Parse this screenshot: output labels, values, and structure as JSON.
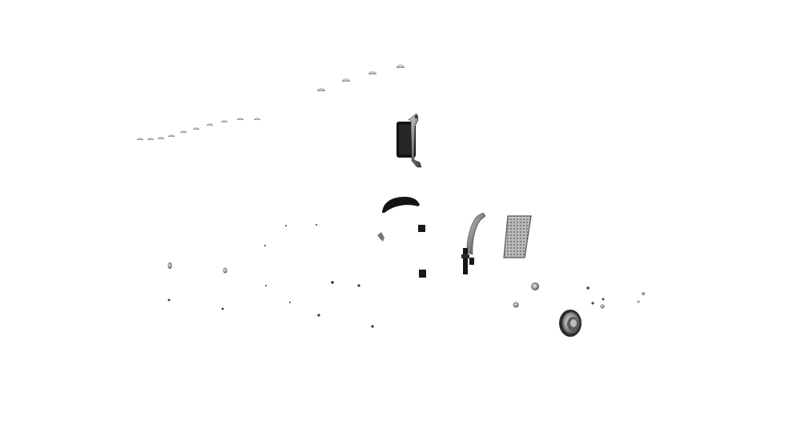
{
  "scene": {
    "background": "#ffffff",
    "colors": {
      "marker_light": "#a9a9a9",
      "marker_dark": "#7a7a7a",
      "black_part": "#141414",
      "chrome_dark": "#4a4a4a",
      "chrome_mid": "#8c8c8c",
      "chrome_light": "#d0d0d0",
      "grille": "#9a9a9a"
    },
    "parts": [
      "clearance-light",
      "side-mirror",
      "fender-flap",
      "grab-handle",
      "vent-grille",
      "headlight-bezel",
      "mounting-bracket",
      "fastener"
    ]
  }
}
